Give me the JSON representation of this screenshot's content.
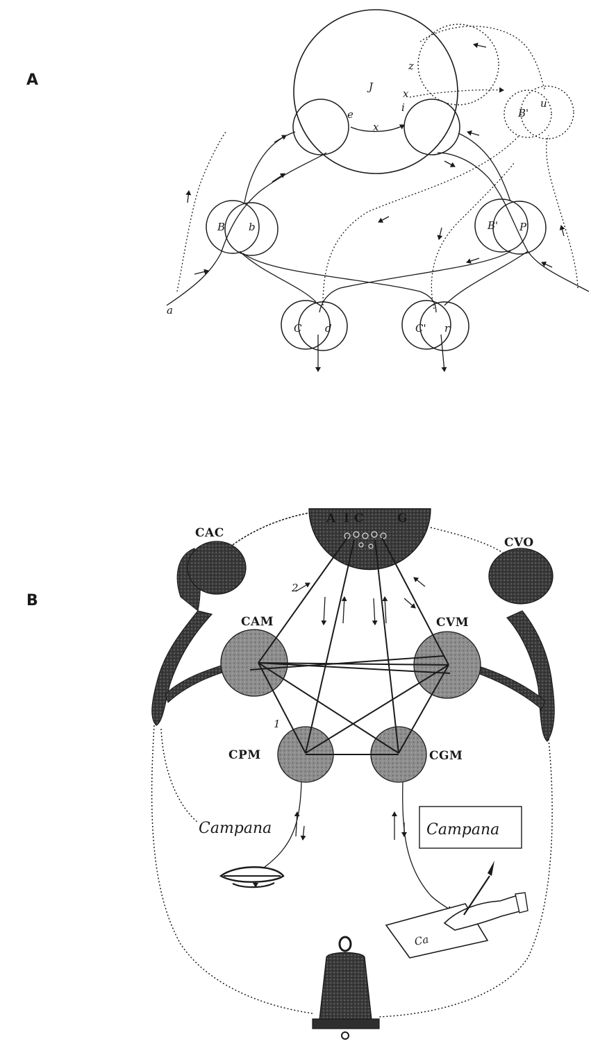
{
  "panels": {
    "a": {
      "label": "A",
      "node_labels": {
        "J": "J",
        "B_left": "B",
        "b": "b",
        "B_right": "B'",
        "P": "P",
        "C_left": "C",
        "d": "d",
        "C_right": "C'",
        "r": "r",
        "B_dotted": "B'",
        "u": "u",
        "a": "a",
        "e": "e",
        "x_top": "x",
        "x_bottom": "x",
        "z": "z",
        "i": "i"
      }
    },
    "b": {
      "label": "B",
      "centers": {
        "top": "I C",
        "top_left_fragment": "A",
        "top_right_fragment": "G",
        "cac": "CAC",
        "cvo": "CVO",
        "cam": "CAM",
        "cvm": "CVM",
        "cpm": "CPM",
        "cgm": "CGM"
      },
      "marks": {
        "two": "2",
        "one": "1",
        "writing": "Ca"
      },
      "words": {
        "spoken": "Campana",
        "written": "Campana"
      }
    }
  },
  "colors": {
    "ink": "#1a1a1a",
    "shade": "#8e8e8e",
    "paper": "#ffffff"
  }
}
